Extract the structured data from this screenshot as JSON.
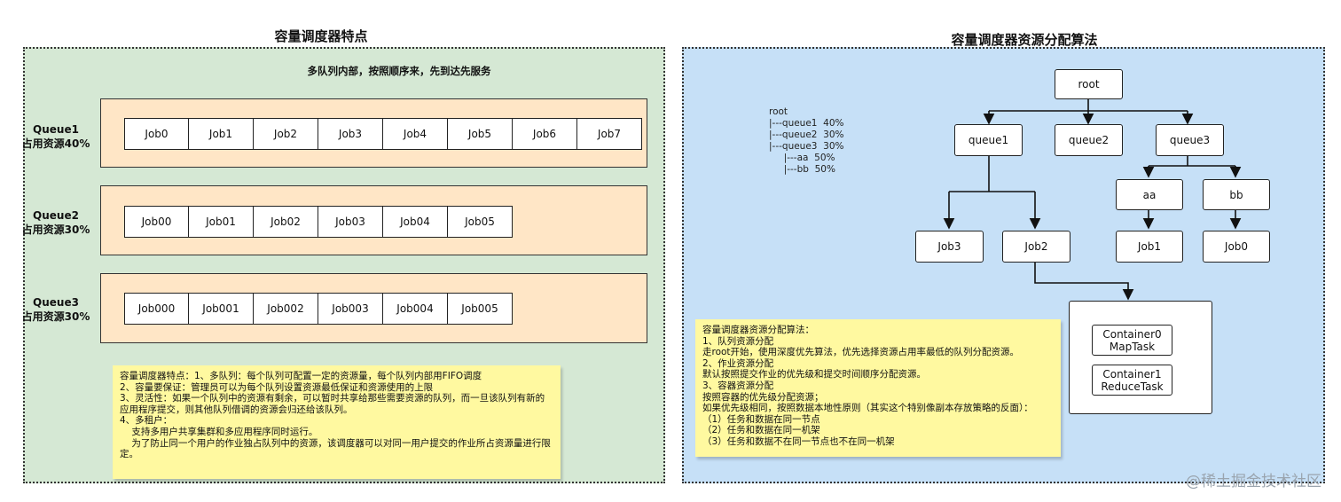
{
  "left": {
    "title": "容量调度器特点",
    "subtitle": "多队列内部，按照顺序来，先到达先服务",
    "queues": [
      {
        "name": "Queue1",
        "share": "占用资源40%",
        "jobs": [
          "Job0",
          "Job1",
          "Job2",
          "Job3",
          "Job4",
          "Job5",
          "Job6",
          "Job7"
        ]
      },
      {
        "name": "Queue2",
        "share": "占用资源30%",
        "jobs": [
          "Job00",
          "Job01",
          "Job02",
          "Job03",
          "Job04",
          "Job05"
        ]
      },
      {
        "name": "Queue3",
        "share": "占用资源30%",
        "jobs": [
          "Job000",
          "Job001",
          "Job002",
          "Job003",
          "Job004",
          "Job005"
        ]
      }
    ],
    "note": "容量调度器特点：1、多队列：每个队列可配置一定的资源量，每个队列内部用FIFO调度\n2、容量要保证：管理员可以为每个队列设置资源最低保证和资源使用的上限\n3、灵活性：如果一个队列中的资源有剩余，可以暂时共享给那些需要资源的队列，而一旦该队列有新的应用程序提交，则其他队列借调的资源会归还给该队列。\n4、多租户：\n    支持多用户共享集群和多应用程序同时运行。\n    为了防止同一个用户的作业独占队列中的资源，该调度器可以对同一用户提交的作业所占资源量进行限定。"
  },
  "right": {
    "title": "容量调度器资源分配算法",
    "tree_text": "root\n|---queue1  40%\n|---queue2  30%\n|---queue3  30%\n     |---aa  50%\n     |---bb  50%",
    "nodes": {
      "root": "root",
      "queue1": "queue1",
      "queue2": "queue2",
      "queue3": "queue3",
      "aa": "aa",
      "bb": "bb",
      "job3": "Job3",
      "job2": "Job2",
      "job1": "Job1",
      "job0": "Job0",
      "container0": "Container0\nMapTask",
      "container1": "Container1\nReduceTask"
    },
    "note": "容量调度器资源分配算法：\n1、队列资源分配\n走root开始，使用深度优先算法，优先选择资源占用率最低的队列分配资源。\n2、作业资源分配\n默认按照提交作业的优先级和提交时间顺序分配资源。\n3、容器资源分配\n按照容器的优先级分配资源；\n如果优先级相同，按照数据本地性原则（其实这个特别像副本存放策略的反面）：\n（1）任务和数据在同一节点\n（2）任务和数据在同一机架\n（3）任务和数据不在同一节点也不在同一机架"
  },
  "watermark": "@稀土掘金技术社区",
  "colors": {
    "left_bg": "#d5e8d4",
    "right_bg": "#c6e0f7",
    "queue_bg": "#ffe6c6",
    "note_bg": "#fff9a0"
  }
}
